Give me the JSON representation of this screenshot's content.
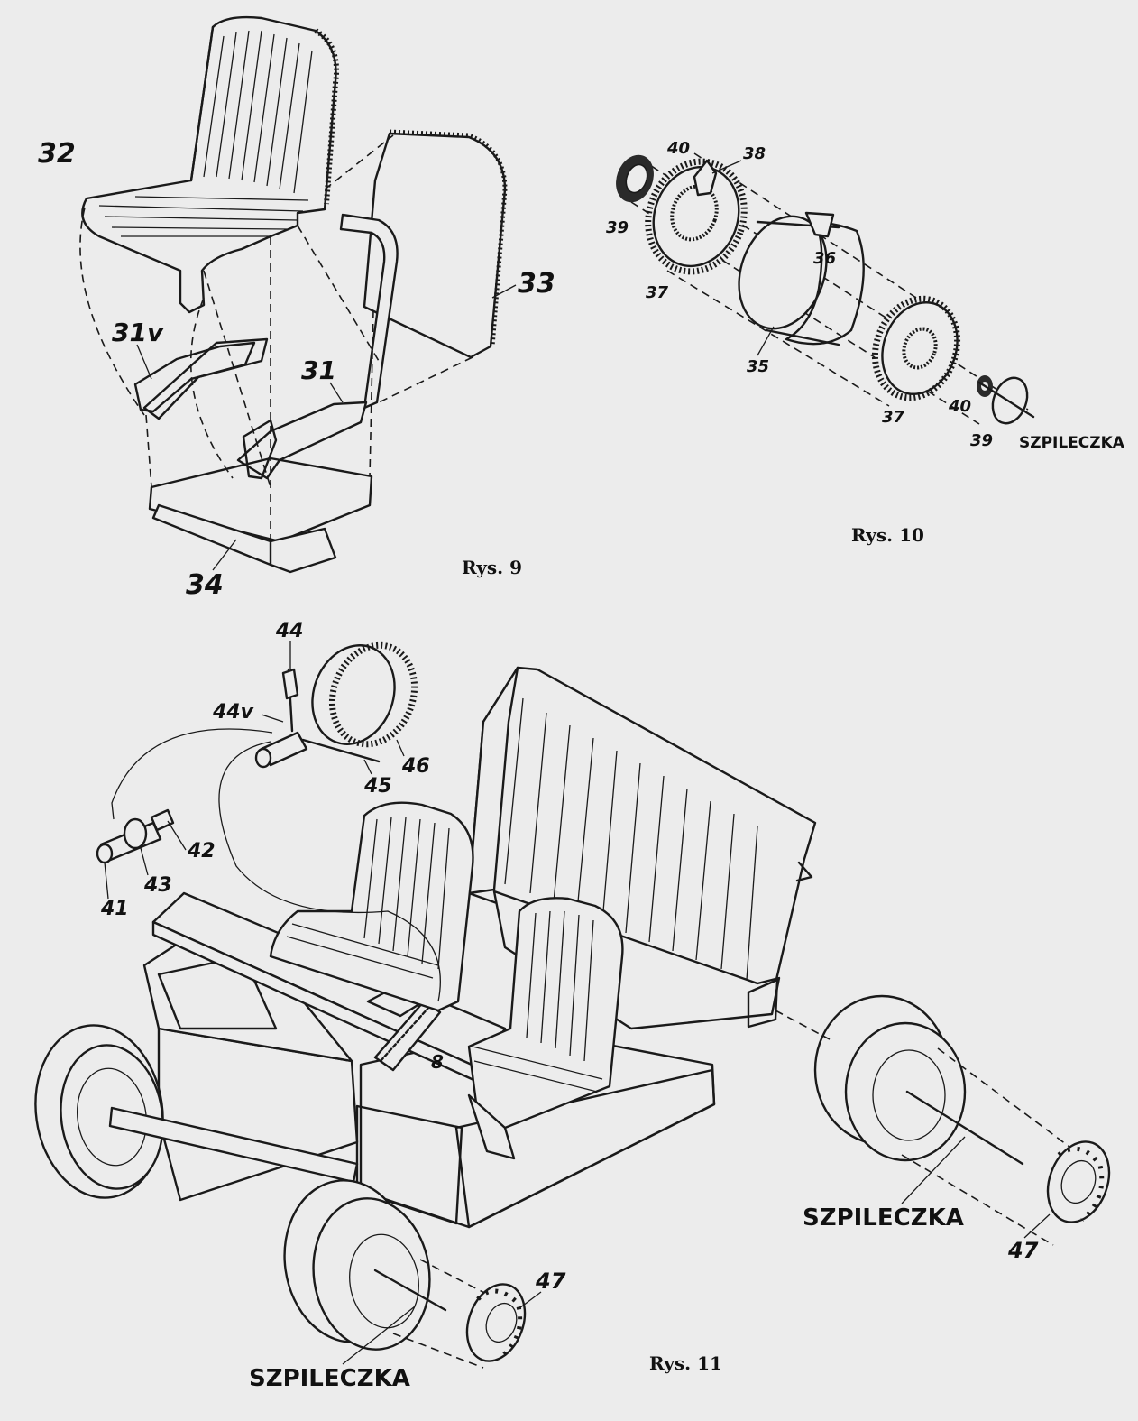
{
  "figures": [
    {
      "caption": "Rys. 9",
      "labels": [
        "32",
        "33",
        "31v",
        "31",
        "34"
      ]
    },
    {
      "caption": "Rys. 10",
      "labels": [
        "40",
        "38",
        "39",
        "36",
        "37",
        "35",
        "37",
        "40",
        "39",
        "SZPILECZKA"
      ]
    },
    {
      "caption": "Rys. 11",
      "labels": [
        "44",
        "44v",
        "46",
        "45",
        "42",
        "43",
        "41",
        "8",
        "SZPILECZKA",
        "47",
        "47",
        "SZPILECZKA"
      ]
    }
  ]
}
